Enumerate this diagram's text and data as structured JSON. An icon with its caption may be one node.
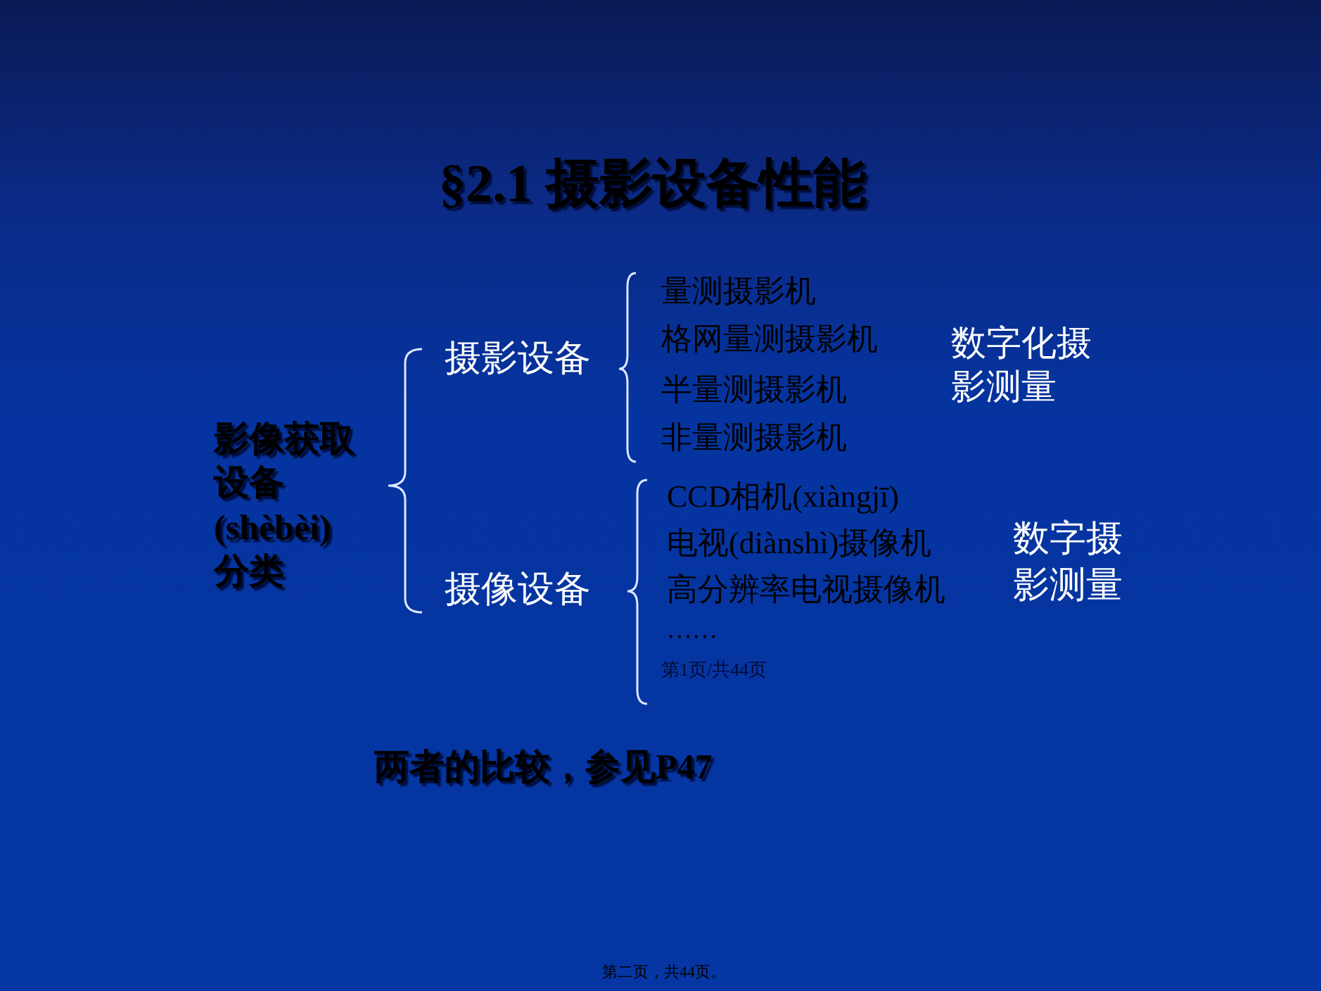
{
  "diagram": {
    "title": "§2.1 摄影设备性能",
    "labels": [
      "影像获取设备(shèbèi)分类",
      "摄影设备",
      "量测摄影机",
      "格网量测摄影机",
      "半量测摄影机",
      "非量测摄影机",
      "数字化摄影测量",
      "摄像设备",
      "CCD相机(xiàngjī)",
      "电视(diànshì)摄像机",
      "高分辨率电视摄像机",
      "……",
      "数字摄影测量",
      "第1页/共44页",
      "两者的比较，参见P47",
      "第二页，共44页。"
    ]
  }
}
